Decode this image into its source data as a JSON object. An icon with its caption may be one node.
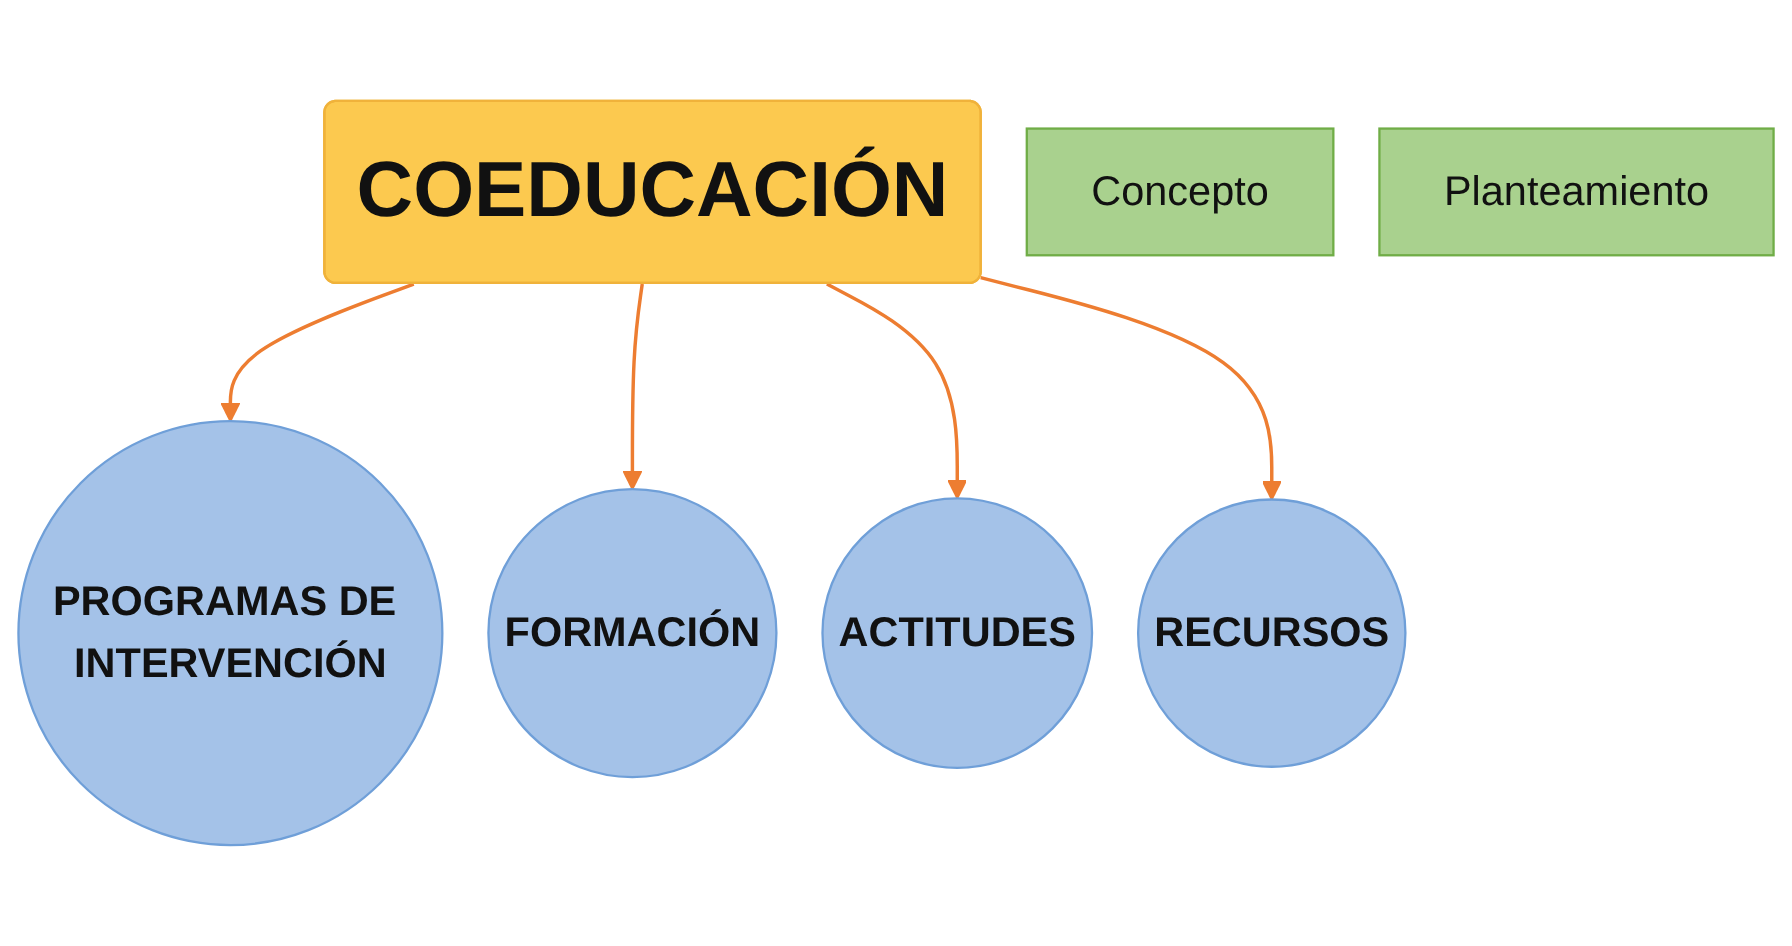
{
  "diagram": {
    "nodes": [
      {
        "text": [
          "COEDUCACIÓN"
        ]
      },
      {
        "text": [
          "Concepto"
        ]
      },
      {
        "text": [
          "Planteamiento"
        ]
      },
      {
        "text": [
          "PROGRAMAS DE INTERVENCIÓN"
        ]
      },
      {
        "text": [
          "FORMACIÓN"
        ]
      },
      {
        "text": [
          "ACTITUDES"
        ]
      },
      {
        "text": [
          "RECURSOS"
        ]
      }
    ],
    "edges": [
      {
        "from": 0,
        "to": 3,
        "arrow": "to"
      },
      {
        "from": 0,
        "to": 4,
        "arrow": "to"
      },
      {
        "from": 0,
        "to": 5,
        "arrow": "to"
      },
      {
        "from": 0,
        "to": 6,
        "arrow": "to"
      }
    ]
  }
}
